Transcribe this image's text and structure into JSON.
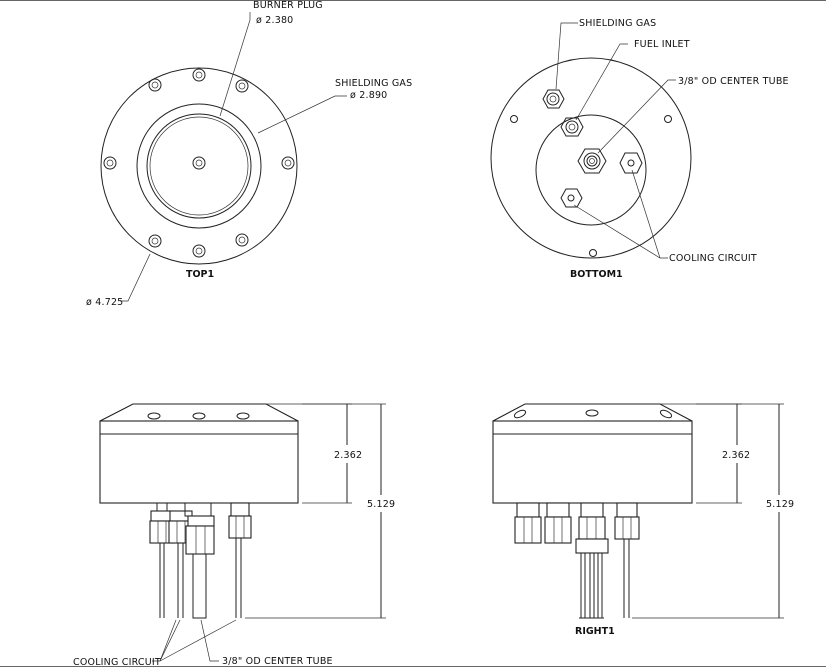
{
  "top_view": {
    "title": "TOP1",
    "burner_plug_label": "BURNER PLUG",
    "burner_plug_dim": "ø 2.380",
    "shielding_gas_label": "SHIELDING GAS",
    "shielding_gas_dim": "ø 2.890",
    "outer_dim": "ø 4.725"
  },
  "bottom_view": {
    "title": "BOTTOM1",
    "shielding_gas_label": "SHIELDING GAS",
    "fuel_inlet_label": "FUEL INLET",
    "center_tube_label": "3/8\" OD CENTER TUBE",
    "cooling_circuit_label": "COOLING CIRCUIT"
  },
  "front_view": {
    "height_dim": "2.362",
    "total_dim": "5.129",
    "cooling_circuit_label": "COOLING CIRCUIT",
    "center_tube_label": "3/8\" OD CENTER TUBE"
  },
  "right_view": {
    "title": "RIGHT1",
    "height_dim": "2.362",
    "total_dim": "5.129"
  }
}
